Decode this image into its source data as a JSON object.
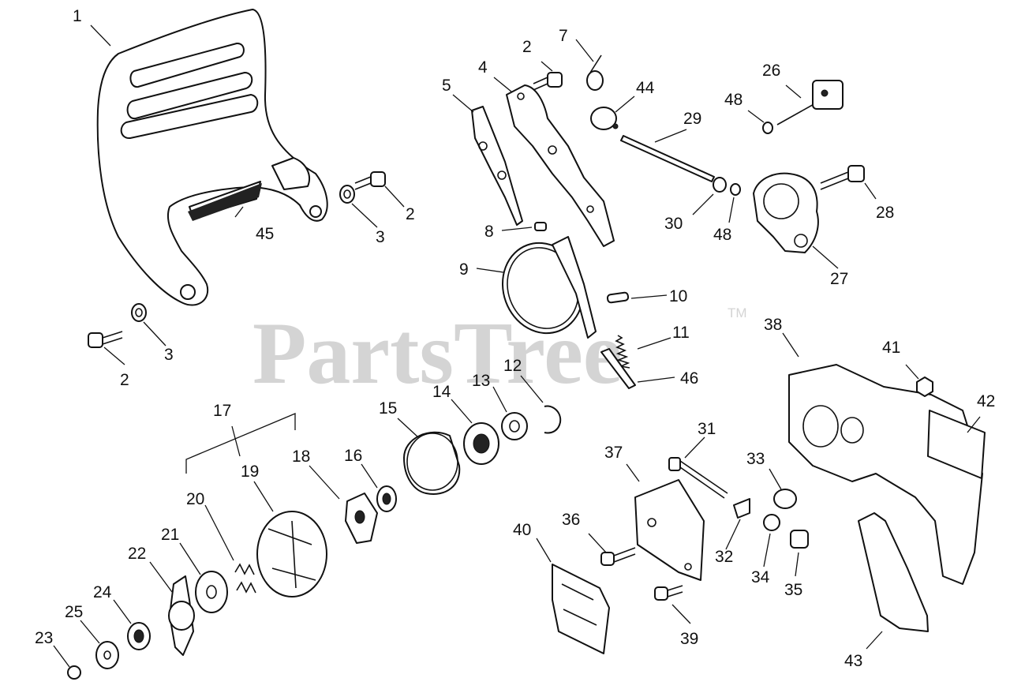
{
  "watermark": {
    "text": "PartsTree",
    "trademark": "TM"
  },
  "callouts": {
    "c1": "1",
    "c2a": "2",
    "c2b": "2",
    "c2c": "2",
    "c3a": "3",
    "c3b": "3",
    "c4": "4",
    "c5": "5",
    "c7": "7",
    "c8": "8",
    "c9": "9",
    "c10": "10",
    "c11": "11",
    "c12": "12",
    "c13": "13",
    "c14": "14",
    "c15": "15",
    "c16": "16",
    "c17": "17",
    "c18": "18",
    "c19": "19",
    "c20": "20",
    "c21": "21",
    "c22": "22",
    "c23": "23",
    "c24": "24",
    "c25": "25",
    "c26": "26",
    "c27": "27",
    "c28": "28",
    "c29": "29",
    "c30": "30",
    "c31": "31",
    "c32": "32",
    "c33": "33",
    "c34": "34",
    "c35": "35",
    "c36": "36",
    "c37": "37",
    "c38": "38",
    "c39": "39",
    "c40": "40",
    "c41": "41",
    "c42": "42",
    "c43": "43",
    "c44": "44",
    "c45": "45",
    "c46": "46",
    "c48a": "48",
    "c48b": "48"
  }
}
